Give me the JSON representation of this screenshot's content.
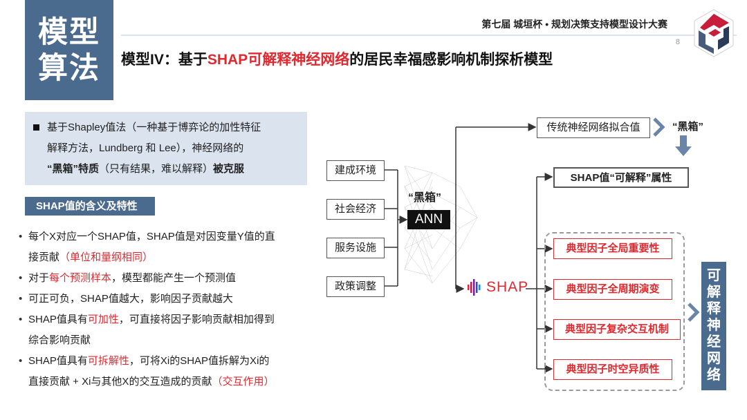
{
  "header": {
    "badge_line1": "模型",
    "badge_line2": "算法",
    "competition": "第七届 城垣杯 • 规划决策支持模型设计大赛",
    "page_number": "8",
    "title_part1": "模型IV：基于",
    "title_highlight": "SHAP可解释神经网络",
    "title_part2": "的居民幸福感影响机制探析模型"
  },
  "intro": {
    "line1": "基于Shapley值法（一种基于博弈论的加性特征",
    "line2": "解释方法，Lundberg 和 Lee），神经网络的",
    "line3_bold1": "“黑箱”特质",
    "line3_normal": "（只有结果，难以解释）",
    "line3_bold2": "被克服"
  },
  "section": {
    "title": "SHAP值的含义及特性"
  },
  "bullets": [
    {
      "a": "每个X对应一个SHAP值，SHAP值是对因变量Y值的直",
      "b": "接贡献",
      "red": "（单位和量纲相同）"
    },
    {
      "a": "对于",
      "red": "每个预测样本",
      "b": "，模型都能产生一个预测值"
    },
    {
      "a": "可正可负，SHAP值越大，影响因子贡献越大"
    },
    {
      "a": "SHAP值具有",
      "red": "可加性",
      "b": "，可直接将因子影响贡献相加得到",
      "c": "综合影响贡献"
    },
    {
      "a": "SHAP值具有",
      "red": "可拆解性",
      "b": "，可将Xi的SHAP值拆解为Xi的",
      "c": "直接贡献 + Xi与其他X的交互造成的贡献",
      "red2": "（交互作用）"
    }
  ],
  "diagram": {
    "inputs": [
      "建成环境",
      "社会经济",
      "服务设施",
      "政策调整"
    ],
    "black_box_label": "“黑箱”",
    "ann_label": "ANN",
    "shap_label": "SHAP",
    "traditional": "传统神经网络拟合值",
    "black_box_result": "“黑箱”",
    "shap_attribute": "SHAP值“可解释”属性",
    "factors": [
      "典型因子全局重要性",
      "典型因子全周期演变",
      "典型因子复杂交互机制",
      "典型因子时空异质性"
    ],
    "vertical_label": [
      "可",
      "解",
      "释",
      "神",
      "经",
      "网",
      "络"
    ]
  },
  "colors": {
    "accent_blue": "#4a6a8e",
    "highlight_red": "#e0282e",
    "intro_bg": "#dbe3ef"
  }
}
